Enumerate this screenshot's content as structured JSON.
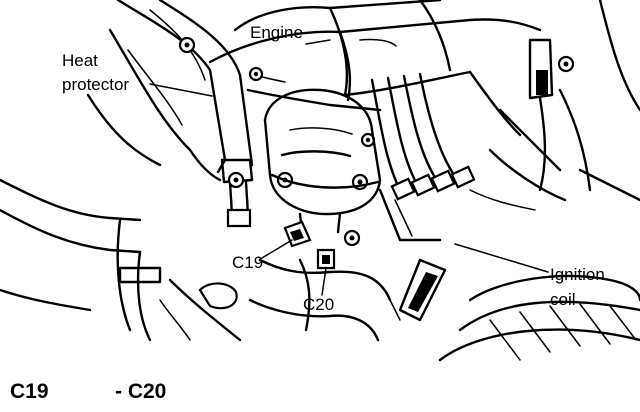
{
  "labels": {
    "engine": "Engine",
    "heat_protector_line1": "Heat",
    "heat_protector_line2": "protector",
    "ignition_coil_line1": "Ignition",
    "ignition_coil_line2": "coil",
    "c19": "C19",
    "c20": "C20"
  },
  "caption": {
    "from": "C19",
    "to": "- C20"
  }
}
